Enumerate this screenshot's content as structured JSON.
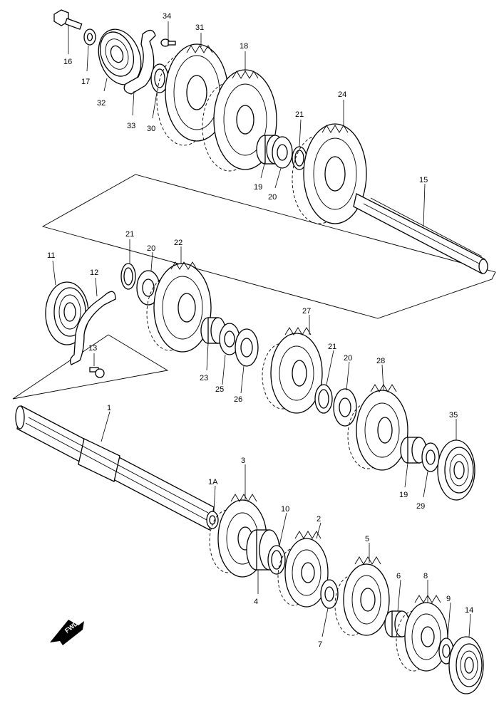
{
  "diagram": {
    "callouts": [
      {
        "id": "c16",
        "label": "16"
      },
      {
        "id": "c17",
        "label": "17"
      },
      {
        "id": "c32",
        "label": "32"
      },
      {
        "id": "c33",
        "label": "33"
      },
      {
        "id": "c34",
        "label": "34"
      },
      {
        "id": "c30",
        "label": "30"
      },
      {
        "id": "c31",
        "label": "31"
      },
      {
        "id": "c18",
        "label": "18"
      },
      {
        "id": "c19a",
        "label": "19"
      },
      {
        "id": "c20a",
        "label": "20"
      },
      {
        "id": "c21a",
        "label": "21"
      },
      {
        "id": "c24",
        "label": "24"
      },
      {
        "id": "c15",
        "label": "15"
      },
      {
        "id": "c11",
        "label": "11"
      },
      {
        "id": "c12",
        "label": "12"
      },
      {
        "id": "c13",
        "label": "13"
      },
      {
        "id": "c21b",
        "label": "21"
      },
      {
        "id": "c20b",
        "label": "20"
      },
      {
        "id": "c22",
        "label": "22"
      },
      {
        "id": "c23",
        "label": "23"
      },
      {
        "id": "c25",
        "label": "25"
      },
      {
        "id": "c26",
        "label": "26"
      },
      {
        "id": "c27",
        "label": "27"
      },
      {
        "id": "c21c",
        "label": "21"
      },
      {
        "id": "c20c",
        "label": "20"
      },
      {
        "id": "c28",
        "label": "28"
      },
      {
        "id": "c35",
        "label": "35"
      },
      {
        "id": "c19b",
        "label": "19"
      },
      {
        "id": "c29",
        "label": "29"
      },
      {
        "id": "c1",
        "label": "1"
      },
      {
        "id": "c3",
        "label": "3"
      },
      {
        "id": "c1A",
        "label": "1A"
      },
      {
        "id": "c10",
        "label": "10"
      },
      {
        "id": "c2",
        "label": "2"
      },
      {
        "id": "c5",
        "label": "5"
      },
      {
        "id": "c4",
        "label": "4"
      },
      {
        "id": "c6",
        "label": "6"
      },
      {
        "id": "c8",
        "label": "8"
      },
      {
        "id": "c9",
        "label": "9"
      },
      {
        "id": "c14",
        "label": "14"
      },
      {
        "id": "c7",
        "label": "7"
      }
    ],
    "fwd_label": "FWD"
  }
}
